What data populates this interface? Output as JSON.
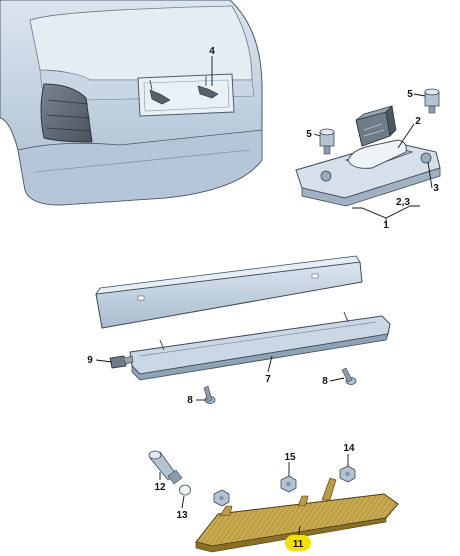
{
  "figure": {
    "callouts": {
      "c1": "1",
      "c2": "2",
      "c23": "2,3",
      "c3": "3",
      "c4": "4",
      "c5a": "5",
      "c5b": "5",
      "c7": "7",
      "c8a": "8",
      "c8b": "8",
      "c9": "9",
      "c11": "11",
      "c12": "12",
      "c13": "13",
      "c14": "14",
      "c15": "15"
    },
    "colors": {
      "body": "#c5d3e3",
      "body_dark": "#8fa6bf",
      "part": "#b8c7d6",
      "part_dark": "#6f849b",
      "highlight": "#f2e000",
      "brake_light": "#c2a24a"
    }
  }
}
